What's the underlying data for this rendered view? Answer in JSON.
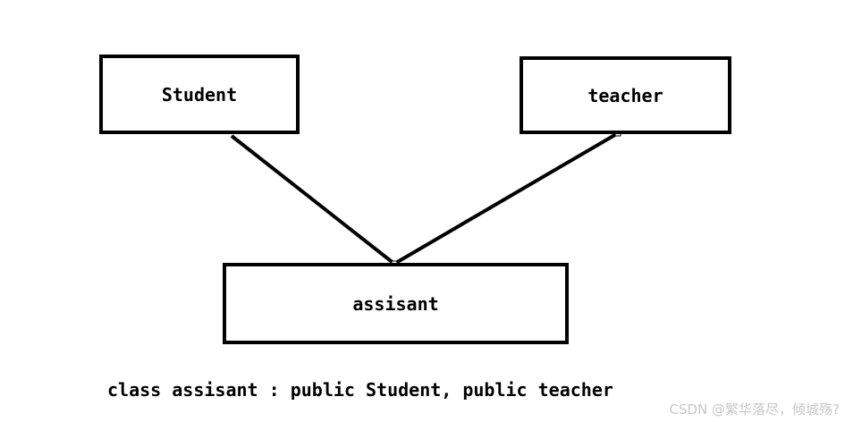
{
  "diagram": {
    "nodes": {
      "student": "Student",
      "teacher": "teacher",
      "assisant": "assisant"
    },
    "edges": [
      {
        "from": "student",
        "to": "assisant"
      },
      {
        "from": "teacher",
        "to": "assisant"
      }
    ],
    "caption": "class assisant : public Student, public teacher"
  },
  "watermark": "CSDN @繁华落尽，倾城殇?",
  "colors": {
    "stroke": "#000000",
    "background": "#ffffff",
    "watermark": "#c7c7c7"
  }
}
